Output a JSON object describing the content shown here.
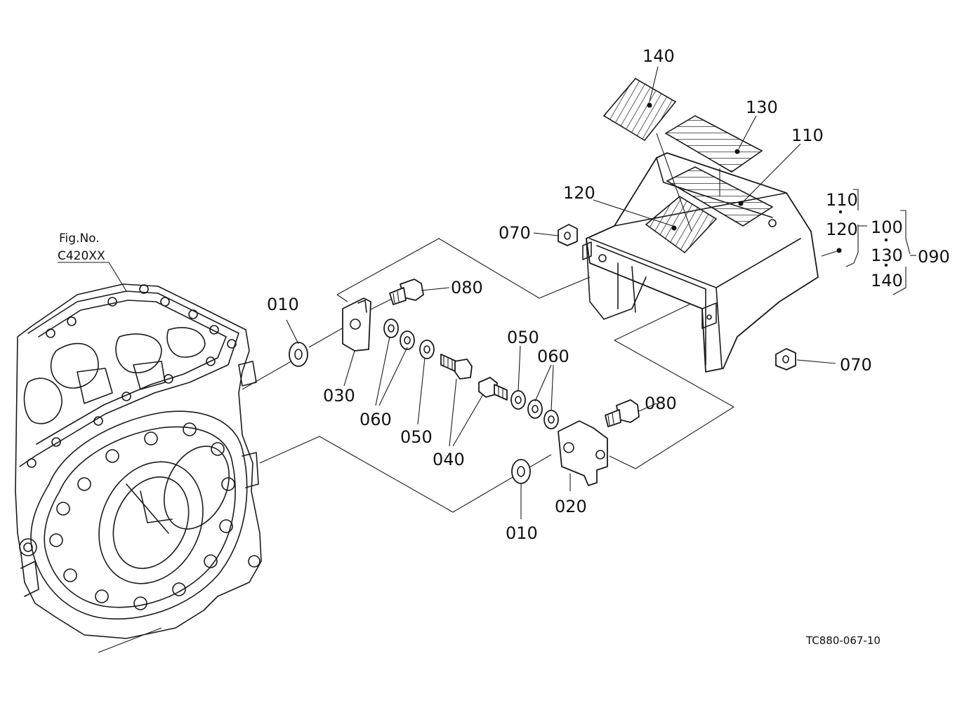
{
  "figure_ref": {
    "line1": "Fig.No.",
    "line2": "C420XX"
  },
  "drawing_code": "TC880-067-10",
  "callouts": {
    "c010a": "010",
    "c010b": "010",
    "c020": "020",
    "c030": "030",
    "c040": "040",
    "c050a": "050",
    "c050b": "050",
    "c060a": "060",
    "c060b": "060",
    "c070a": "070",
    "c070b": "070",
    "c080a": "080",
    "c080b": "080",
    "c090": "090",
    "c100": "100",
    "c110a": "110",
    "c110b": "110",
    "c120a": "120",
    "c120b": "120",
    "c130a": "130",
    "c130b": "130",
    "c140a": "140",
    "c140b": "140"
  },
  "colors": {
    "ink": "#1a1a1a",
    "paper": "#ffffff"
  }
}
